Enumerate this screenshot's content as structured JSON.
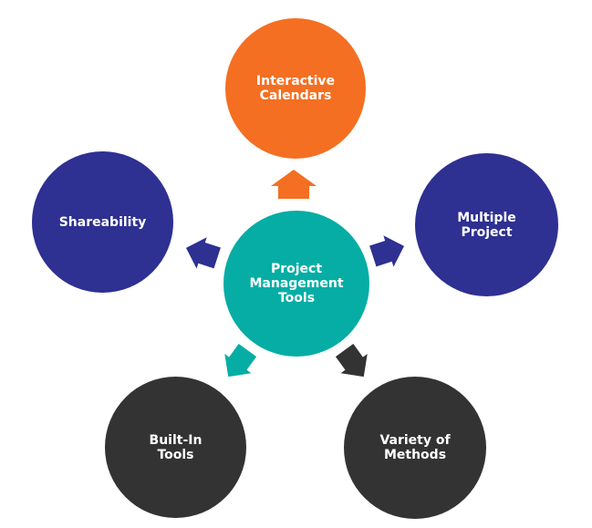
{
  "center": {
    "label": "Project\nManagement\nTools",
    "color": "#05ADA5"
  },
  "nodes": {
    "top": {
      "label": "Interactive\nCalendars",
      "color": "#F46F22"
    },
    "left": {
      "label": "Shareability",
      "color": "#2E3092"
    },
    "right": {
      "label": "Multiple\nProject",
      "color": "#2E3092"
    },
    "bottom_left": {
      "label": "Built-In\nTools",
      "color": "#333333"
    },
    "bottom_right": {
      "label": "Variety of\nMethods",
      "color": "#333333"
    }
  },
  "arrows": {
    "top": {
      "color": "#F46F22"
    },
    "left": {
      "color": "#2E3092"
    },
    "right": {
      "color": "#2E3092"
    },
    "bottom_left": {
      "color": "#05ADA5"
    },
    "bottom_right": {
      "color": "#333333"
    }
  }
}
